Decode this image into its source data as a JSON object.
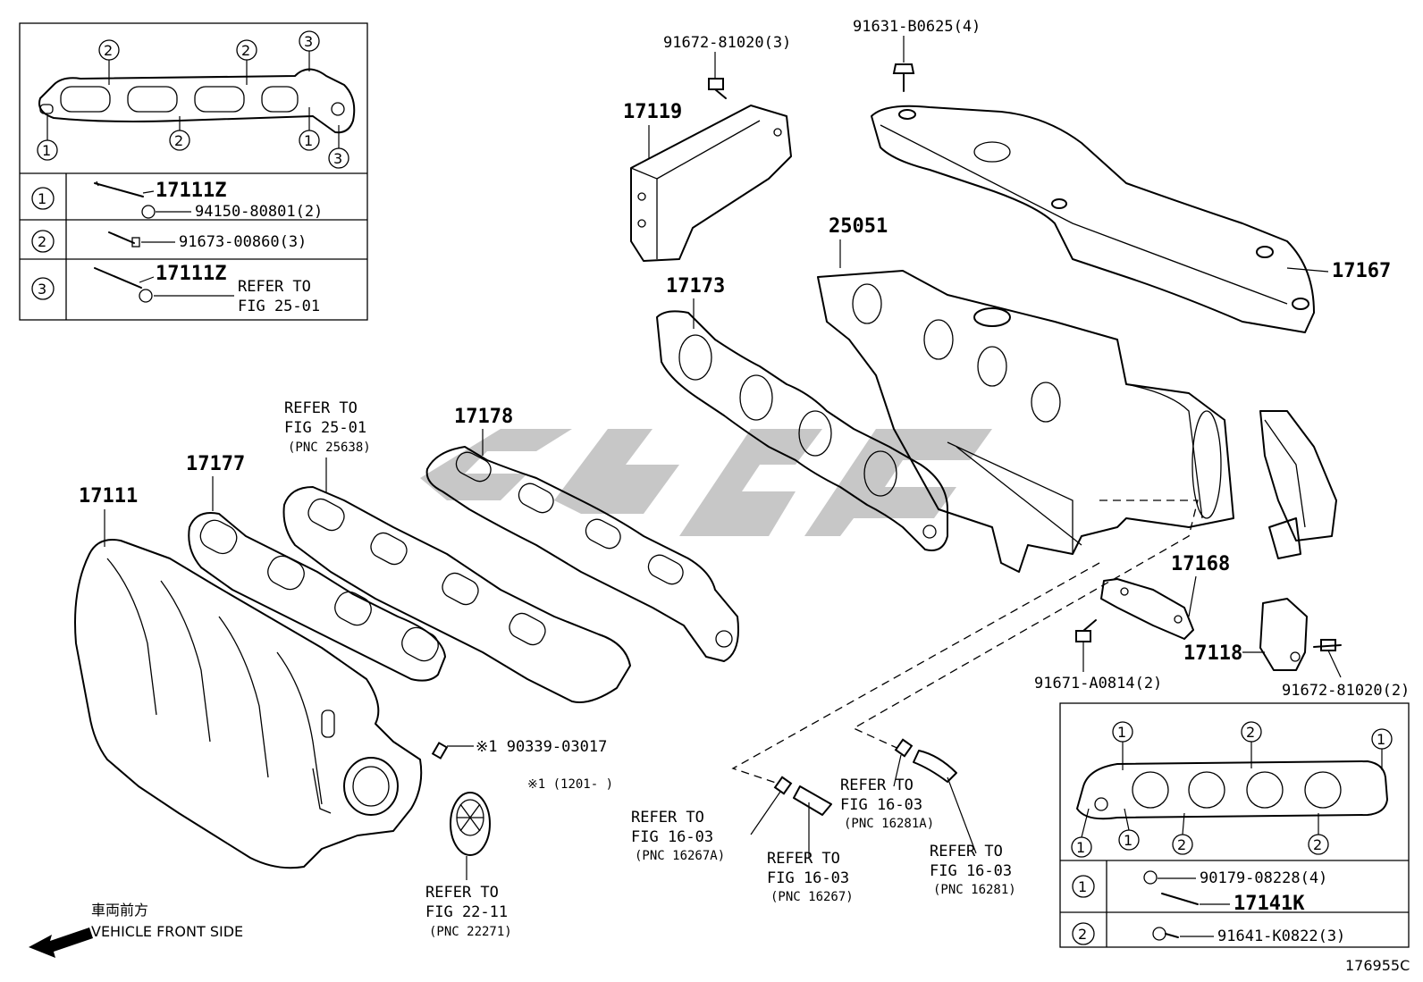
{
  "inset_top_left": {
    "rows": [
      {
        "marker": "1",
        "part": "17111Z",
        "sub": "94150-80801(2)"
      },
      {
        "marker": "2",
        "part": "91673-00860(3)"
      },
      {
        "marker": "3",
        "part": "17111Z",
        "ref1": "REFER TO",
        "ref2": "FIG 25-01"
      }
    ],
    "gasket_markers": [
      "2",
      "2",
      "3",
      "1",
      "2",
      "1",
      "3"
    ]
  },
  "inset_bottom_right": {
    "rows": [
      {
        "marker": "1",
        "part1": "90179-08228(4)",
        "part2": "17141K"
      },
      {
        "marker": "2",
        "part": "91641-K0822(3)"
      }
    ],
    "gasket_markers": [
      "1",
      "2",
      "1",
      "1",
      "1",
      "2",
      "2"
    ]
  },
  "labels": {
    "p17111": "17111",
    "p17177": "17177",
    "p17178": "17178",
    "p17173": "17173",
    "p17119": "17119",
    "p25051": "25051",
    "p17167": "17167",
    "p17168": "17168",
    "p17118": "17118",
    "bolt_91672_top": "91672-81020(3)",
    "bolt_91631": "91631-B0625(4)",
    "bolt_91671": "91671-A0814(2)",
    "bolt_91672_right": "91672-81020(2)",
    "stud_90339": "※1 90339-03017",
    "note_1201": "※1 (1201-    )"
  },
  "refs": {
    "r25638": {
      "l1": "REFER TO",
      "l2": "FIG 25-01",
      "l3": "(PNC 25638)"
    },
    "r22271": {
      "l1": "REFER TO",
      "l2": "FIG 22-11",
      "l3": "(PNC 22271)"
    },
    "r16267A": {
      "l1": "REFER TO",
      "l2": "FIG 16-03",
      "l3": "(PNC 16267A)"
    },
    "r16267": {
      "l1": "REFER TO",
      "l2": "FIG 16-03",
      "l3": "(PNC 16267)"
    },
    "r16281A": {
      "l1": "REFER TO",
      "l2": "FIG 16-03",
      "l3": "(PNC 16281A)"
    },
    "r16281": {
      "l1": "REFER TO",
      "l2": "FIG 16-03",
      "l3": "(PNC 16281)"
    }
  },
  "vehicle_front": {
    "jp": "車両前方",
    "en": "VEHICLE FRONT SIDE"
  },
  "figure_id": "176955C"
}
